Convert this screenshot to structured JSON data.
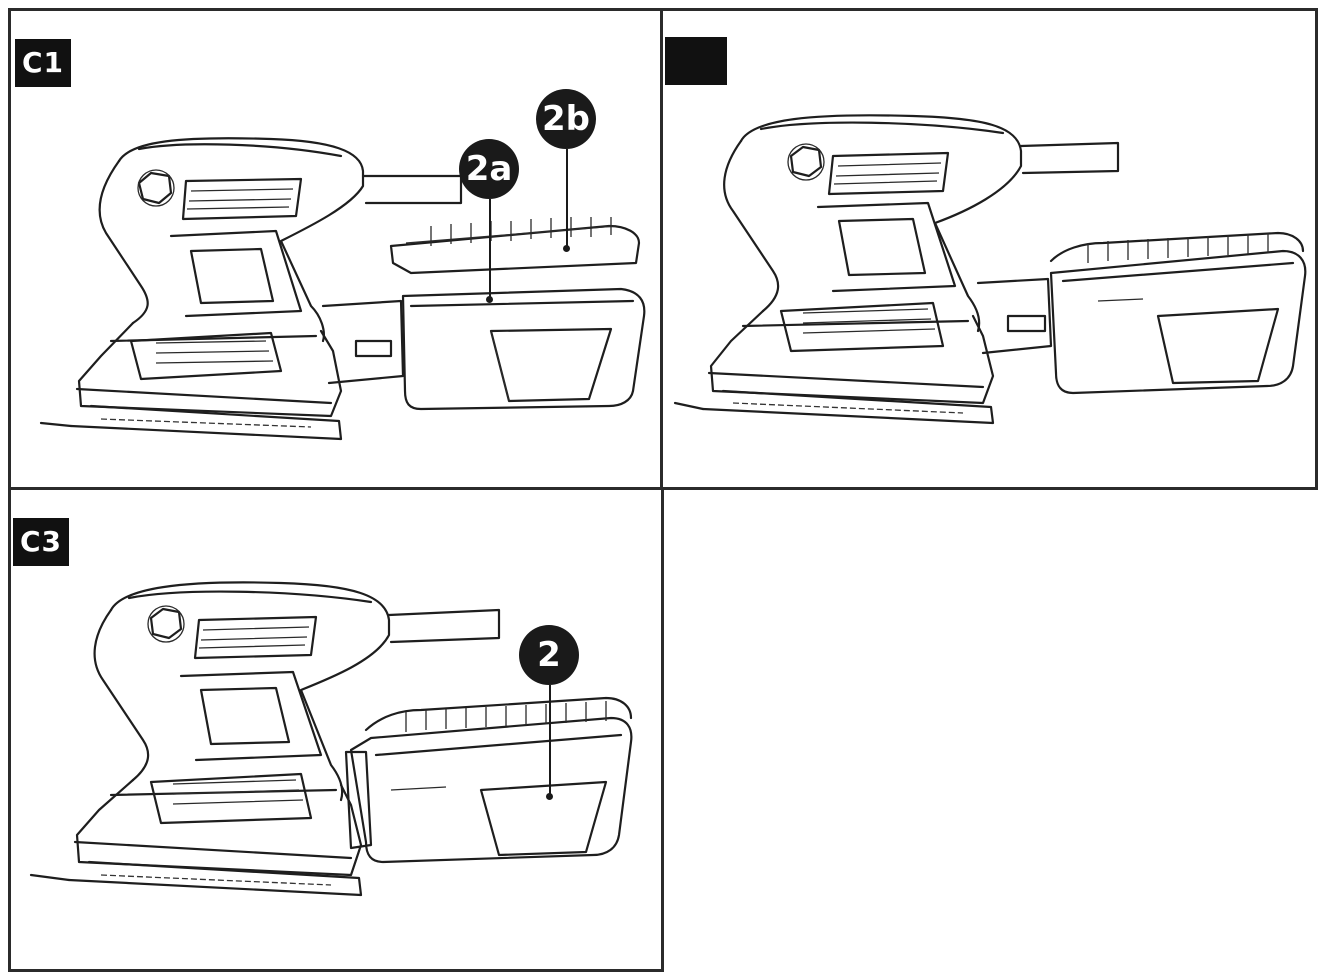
{
  "panels": [
    {
      "id": "C1",
      "tag": "C1",
      "callouts": [
        "2a",
        "2b"
      ]
    },
    {
      "id": "C2",
      "tag": ""
    },
    {
      "id": "C3",
      "tag": "C3",
      "callouts": [
        "2"
      ]
    }
  ],
  "colors": {
    "ink": "#1e1e1e",
    "tag_bg": "#111111",
    "paper": "#ffffff"
  },
  "icons": [
    "sander-illustration",
    "dust-box-icon",
    "callout-circle"
  ]
}
